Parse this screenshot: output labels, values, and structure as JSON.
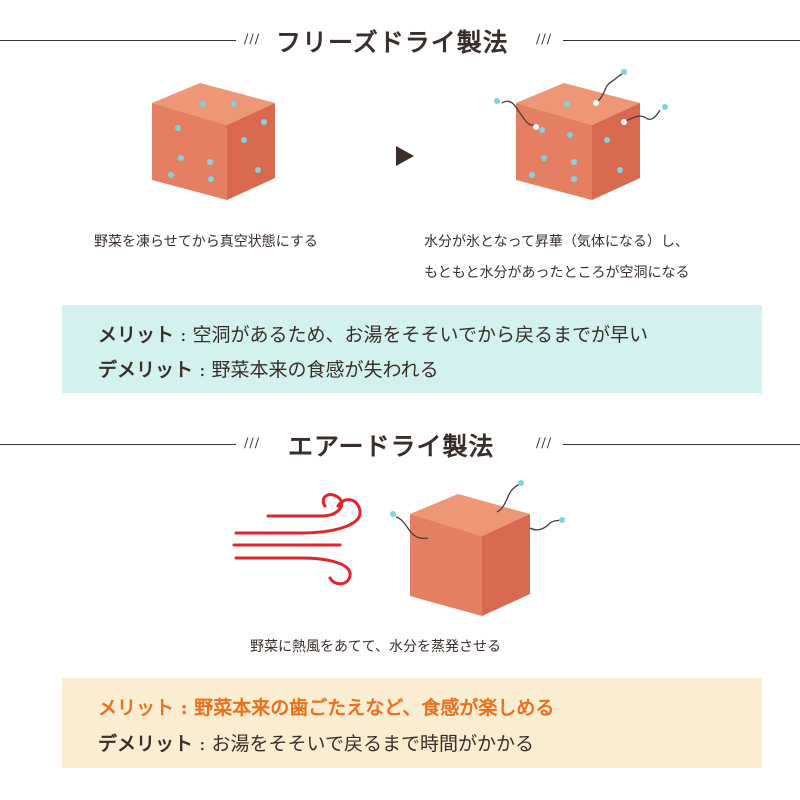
{
  "colors": {
    "cube_top": "#ee9776",
    "cube_left": "#e57f63",
    "cube_right": "#d8684e",
    "water_dot": "#7fd3e0",
    "wind": "#e0242b",
    "box_freeze_bg": "#d3f1ee",
    "box_air_bg": "#fbedd2",
    "orange_text": "#e9701f",
    "text": "#3a2e2a"
  },
  "icons": {
    "arrow": "triangle-right-icon",
    "wind": "wind-icon"
  },
  "sections": {
    "freeze": {
      "title": "フリーズドライ製法",
      "slash": "///",
      "caption_left": "野菜を凍らせてから真空状態にする",
      "caption_right_1": "水分が氷となって昇華（気体になる）し、",
      "caption_right_2": "もともと水分があったところが空洞になる",
      "merit_label": "メリット",
      "merit_sep": ":",
      "merit_text": "空洞があるため、お湯をそそいでから戻るまでが早い",
      "demerit_label": "デメリット",
      "demerit_sep": ":",
      "demerit_text": "野菜本来の食感が失われる"
    },
    "air": {
      "title": "エアードライ製法",
      "slash": "///",
      "caption": "野菜に熱風をあてて、水分を蒸発させる",
      "merit_label": "メリット",
      "merit_sep": ":",
      "merit_text": "野菜本来の歯ごたえなど、食感が楽しめる",
      "demerit_label": "デメリット",
      "demerit_sep": ":",
      "demerit_text": "お湯をそそいで戻るまで時間がかかる"
    }
  }
}
